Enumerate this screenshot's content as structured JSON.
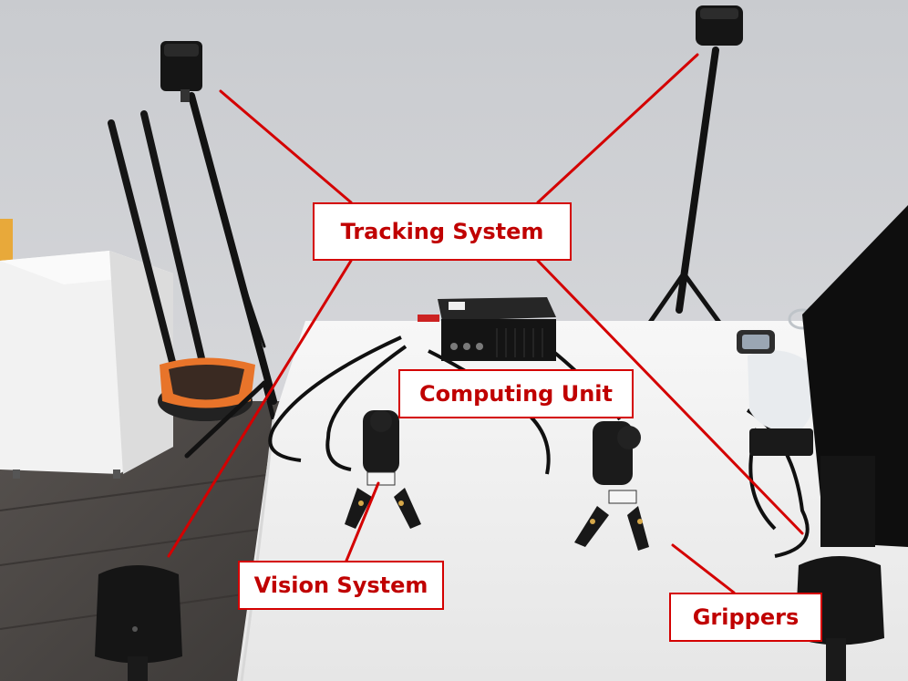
{
  "labels": {
    "tracking": "Tracking System",
    "computing": "Computing Unit",
    "vision": "Vision System",
    "grippers": "Grippers"
  },
  "colors": {
    "callout_red": "#d40000",
    "callout_bg": "#ffffff",
    "wall": "#cfd1d4",
    "floor": "#4a4644",
    "tablecloth": "#f4f4f4"
  }
}
